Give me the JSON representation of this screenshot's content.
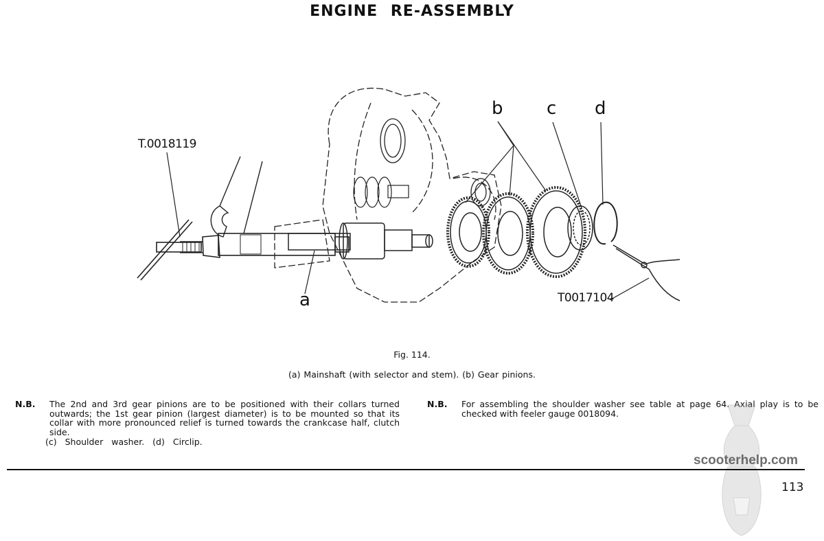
{
  "page": {
    "title": "ENGINE RE-ASSEMBLY",
    "page_number": "113"
  },
  "figure": {
    "label": "Fig. 114.",
    "callouts": {
      "tool_puller": "T.0018119",
      "tool_pliers": "T0017104",
      "a": "a",
      "b": "b",
      "c": "c",
      "d": "d"
    },
    "caption": "(a) Mainshaft (with selector and stem).   (b) Gear pinions."
  },
  "notes": [
    {
      "prefix": "N.B.",
      "text": "The 2nd and 3rd gear pinions are to be positioned with their collars turned outwards; the 1st gear pinion (largest diameter) is to be mounted so that its collar with more pronounced relief is turned towards the crankcase half, clutch side.",
      "sub": "(c) Shoulder washer.   (d) Circlip."
    },
    {
      "prefix": "N.B.",
      "text": "For assembling the shoulder washer see table at page 64.   Axial play is to be checked with feeler gauge 0018094."
    }
  ],
  "watermark": {
    "text": "scooterhelp.com"
  }
}
